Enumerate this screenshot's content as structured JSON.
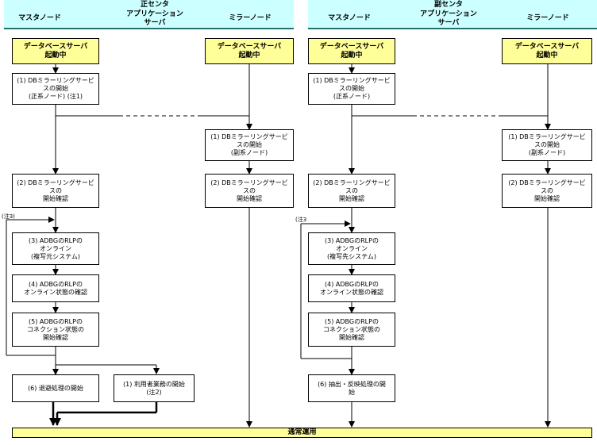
{
  "primary": {
    "title": "正センタ",
    "col_master": "マスタノード",
    "col_app": "アプリケーション\nサーバ",
    "col_mirror": "ミラーノード",
    "db_start_master": "データベースサーバ\n起動中",
    "db_start_mirror": "データベースサーバ\n起動中",
    "step1_master": "(1) DBミラーリングサービ\nスの開始\n(正系ノード) (注1)",
    "step1_mirror": "(1) DBミラーリングサービ\nスの開始\n(副系ノード)",
    "step2_master": "(2) DBミラーリングサービ\nスの\n開始確認",
    "step2_mirror": "(2) DBミラーリングサービ\nスの\n開始確認",
    "note3": "(注3)",
    "step3": "(3) ADBGのRLPの\nオンライン\n(複写元システム)",
    "step4": "(4) ADBGのRLPの\nオンライン状態の確認",
    "step5": "(5) ADBGのRLPの\nコネクション状態の\n開始確認",
    "step6": "(6) 退避処理の開始",
    "app_step1": "(1) 利用者業務の開始\n(注2)"
  },
  "secondary": {
    "title": "副センタ",
    "col_master": "マスタノード",
    "col_app": "アプリケーション\nサーバ",
    "col_mirror": "ミラーノード",
    "db_start_master": "データベースサーバ\n起動中",
    "db_start_mirror": "データベースサーバ\n起動中",
    "step1_master": "(1) DBミラーリングサービ\nスの開始\n(正系ノード)",
    "step1_mirror": "(1) DBミラーリングサービ\nスの開始\n(副系ノード)",
    "step2_master": "(2) DBミラーリングサービ\nスの\n開始確認",
    "step2_mirror": "(2) DBミラーリングサービ\nスの\n開始確認",
    "note3": "(注3",
    "step3": "(3) ADBGのRLPの\nオンライン\n(複写先システム)",
    "step4": "(4) ADBGのRLPの\nオンライン状態の確認",
    "step5": "(5) ADBGのRLPの\nコネクション状態の\n開始確認",
    "step6": "(6) 抽出・反映処理の開\n始"
  },
  "footer": {
    "normal_operation": "通常運用"
  }
}
